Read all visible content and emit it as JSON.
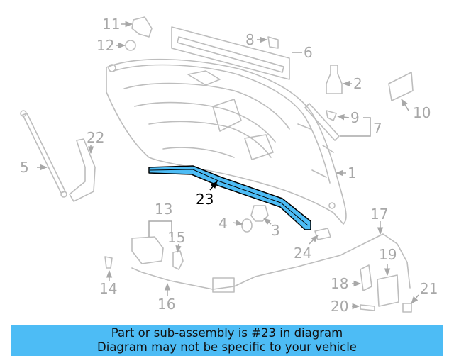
{
  "diagram": {
    "highlighted_callout": "23",
    "callouts": {
      "c1": "1",
      "c2": "2",
      "c3": "3",
      "c4": "4",
      "c5": "5",
      "c6": "6",
      "c7": "7",
      "c8": "8",
      "c9": "9",
      "c10": "10",
      "c11": "11",
      "c12": "12",
      "c13": "13",
      "c14": "14",
      "c15": "15",
      "c16": "16",
      "c17": "17",
      "c18": "18",
      "c19": "19",
      "c20": "20",
      "c21": "21",
      "c22": "22",
      "c23": "23",
      "c24": "24"
    }
  },
  "banner": {
    "line1": "Part or sub-assembly is #23 in diagram",
    "line2": "Diagram may not be specific to your vehicle",
    "color": "#4dbcf5"
  },
  "colors": {
    "parts": "#bdbdbd",
    "labels": "#a8a8a8",
    "highlight_fill": "#4dbcf5",
    "highlight_stroke": "#000000"
  }
}
